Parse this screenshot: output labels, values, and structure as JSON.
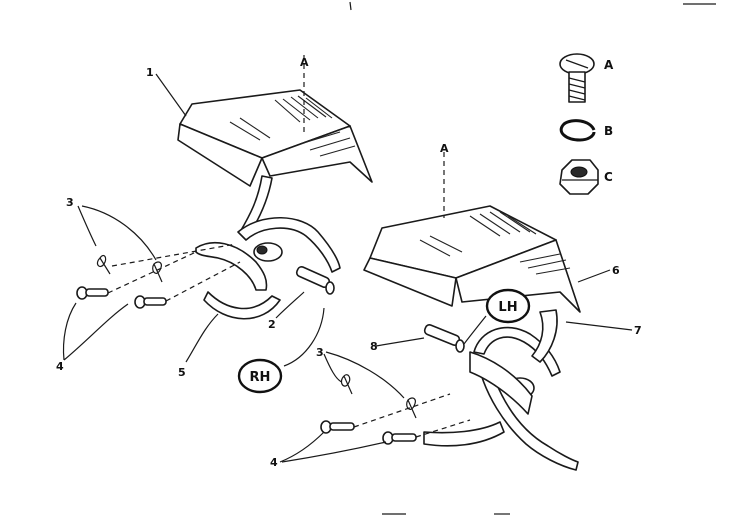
{
  "callouts": {
    "n1": "1",
    "n2": "2",
    "n3_left": "3",
    "n3_right": "3",
    "n4_left": "4",
    "n4_right": "4",
    "n5": "5",
    "n6": "6",
    "n7": "7",
    "n8": "8",
    "a_left": "A",
    "a_right": "A"
  },
  "badges": {
    "rh": "RH",
    "lh": "LH"
  },
  "legend": {
    "a": "A",
    "b": "B",
    "c": "C"
  },
  "icons": [
    "screw-icon",
    "snap-ring-icon",
    "hex-nut-icon"
  ]
}
